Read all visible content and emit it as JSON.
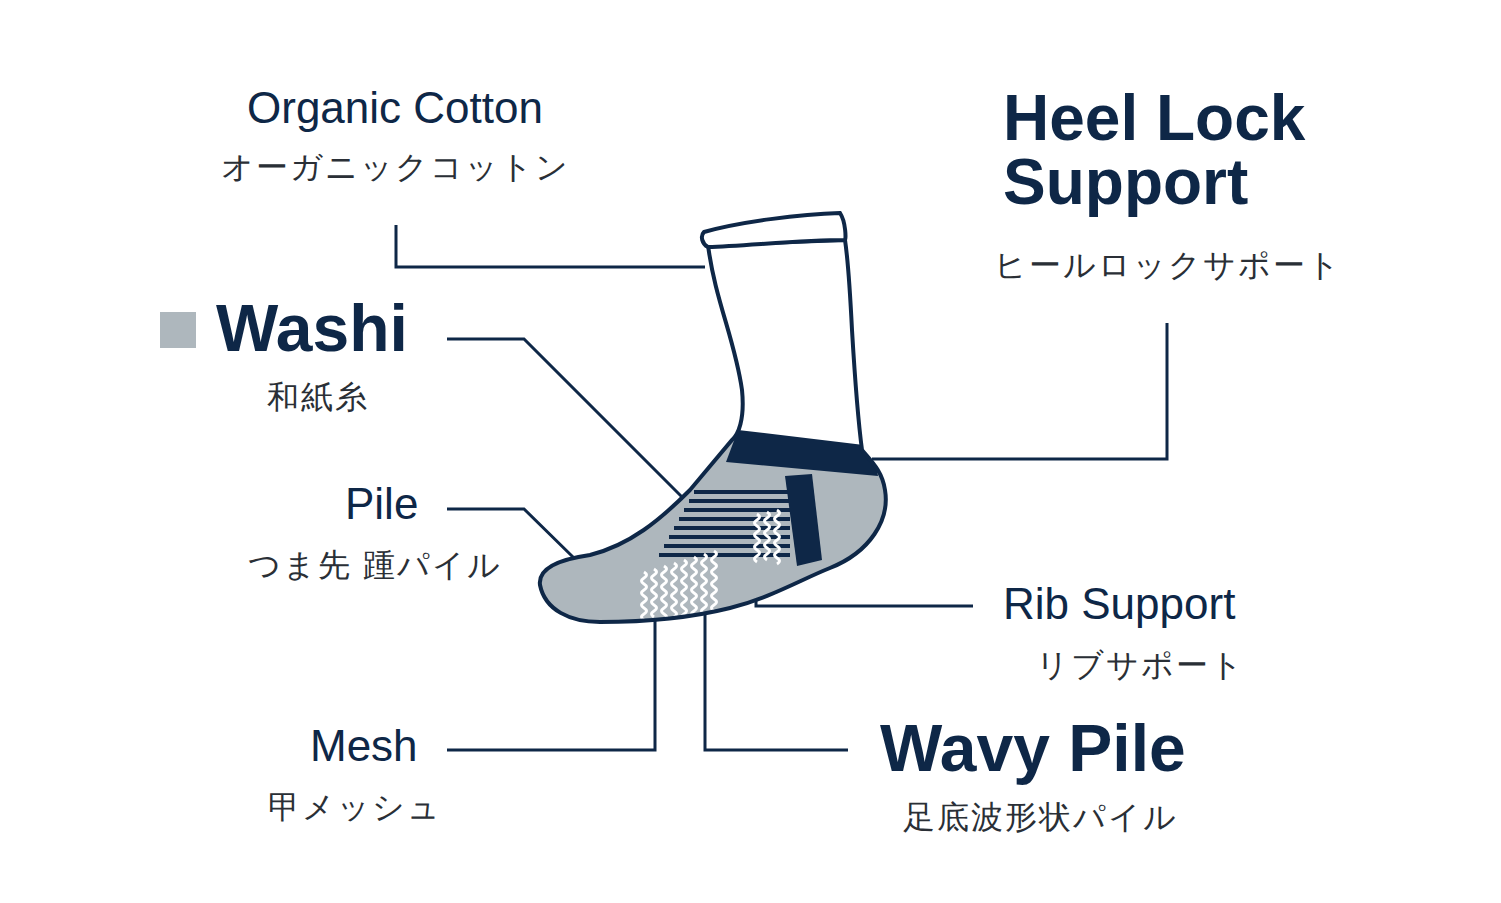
{
  "diagram": {
    "labels": [
      "Organic Cotton",
      "オーガニックコットン",
      "Heel Lock Support",
      "ヒールロックサポート",
      "和紙糸",
      "Pile",
      "つま先 踵パイル",
      "Rib Support",
      "リブサポート",
      "Mesh",
      "甲メッシュ",
      "Wavy Pile",
      "足底波形状パイル"
    ],
    "legend": [
      {
        "text": "Washi",
        "color": "#aeb7bd"
      }
    ]
  }
}
